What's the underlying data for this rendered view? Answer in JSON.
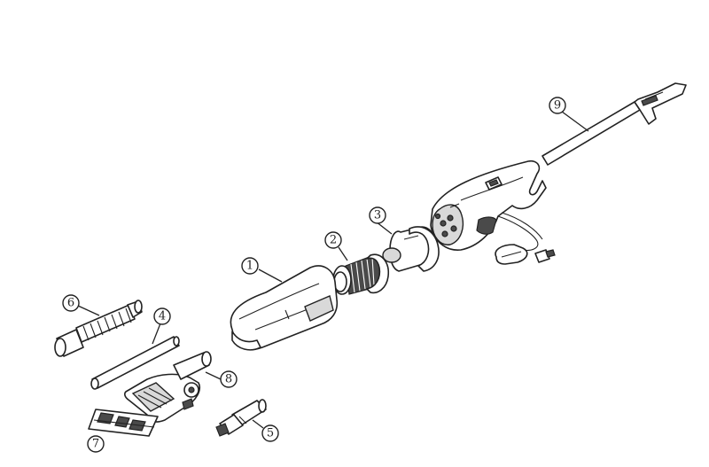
{
  "callouts": [
    {
      "id": "1",
      "label": "1"
    },
    {
      "id": "2",
      "label": "2"
    },
    {
      "id": "3",
      "label": "3"
    },
    {
      "id": "4",
      "label": "4"
    },
    {
      "id": "5",
      "label": "5"
    },
    {
      "id": "6",
      "label": "6"
    },
    {
      "id": "7",
      "label": "7"
    },
    {
      "id": "8",
      "label": "8"
    },
    {
      "id": "9",
      "label": "9"
    }
  ],
  "colors": {
    "line": "#222222",
    "shade": "#d9d9d9",
    "dark": "#4a4a4a",
    "background": "#ffffff"
  }
}
